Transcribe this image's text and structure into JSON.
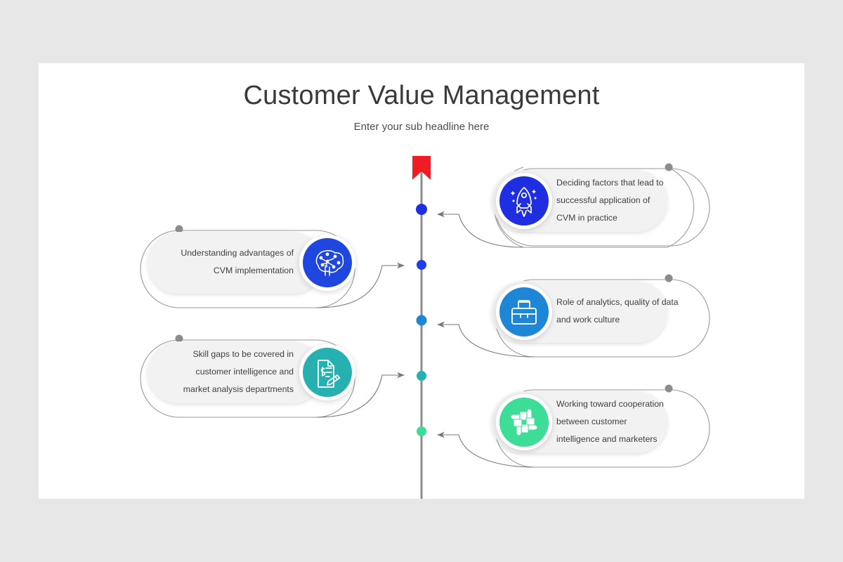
{
  "slide": {
    "title": "Customer Value Management",
    "subtitle": "Enter your sub headline here",
    "background_color": "#e8e7e8",
    "surface_color": "#ffffff"
  },
  "theme": {
    "card_fill": "#f2f2f2",
    "card_outline": "#9a9a9a",
    "knob_color": "#8c8c8c",
    "arrow_color": "#7a7a7a",
    "timeline_color": "#8c8c8c",
    "text_color": "#404040",
    "marker_top_color": "#ee1c25"
  },
  "timeline": {
    "marker_icon": "ribbon-chevron-icon",
    "dots": [
      {
        "name": "timeline-dot-1",
        "color": "#1f2ee0",
        "radius": 8
      },
      {
        "name": "timeline-dot-2",
        "color": "#1f3ce8",
        "radius": 7
      },
      {
        "name": "timeline-dot-3",
        "color": "#1f86d6",
        "radius": 7.5
      },
      {
        "name": "timeline-dot-4",
        "color": "#26b0b0",
        "radius": 7
      },
      {
        "name": "timeline-dot-5",
        "color": "#3ddc97",
        "radius": 7
      }
    ]
  },
  "cards": [
    {
      "id": "card-deciding-factors",
      "side": "right",
      "icon": "rocket-icon",
      "icon_color": "#1f2ee0",
      "lines": [
        "Deciding factors that lead to",
        "successful application of",
        "CVM in practice"
      ]
    },
    {
      "id": "card-understanding-advantages",
      "side": "left",
      "icon": "brain-network-icon",
      "icon_color": "#1f47e0",
      "lines": [
        "Understanding advantages of",
        "CVM implementation"
      ]
    },
    {
      "id": "card-role-of-analytics",
      "side": "right",
      "icon": "briefcase-icon",
      "icon_color": "#1f86d6",
      "lines": [
        "Role of analytics, quality of data",
        "and work culture"
      ]
    },
    {
      "id": "card-skill-gaps",
      "side": "left",
      "icon": "invoice-pen-icon",
      "icon_color": "#26b0b0",
      "lines": [
        "Skill gaps to be covered in",
        "customer intelligence  and",
        "market analysis departments"
      ]
    },
    {
      "id": "card-working-toward-cooperation",
      "side": "right",
      "icon": "teamwork-hands-icon",
      "icon_color": "#3ddc97",
      "lines": [
        "Working toward cooperation",
        "between customer",
        "intelligence  and marketers"
      ]
    }
  ]
}
